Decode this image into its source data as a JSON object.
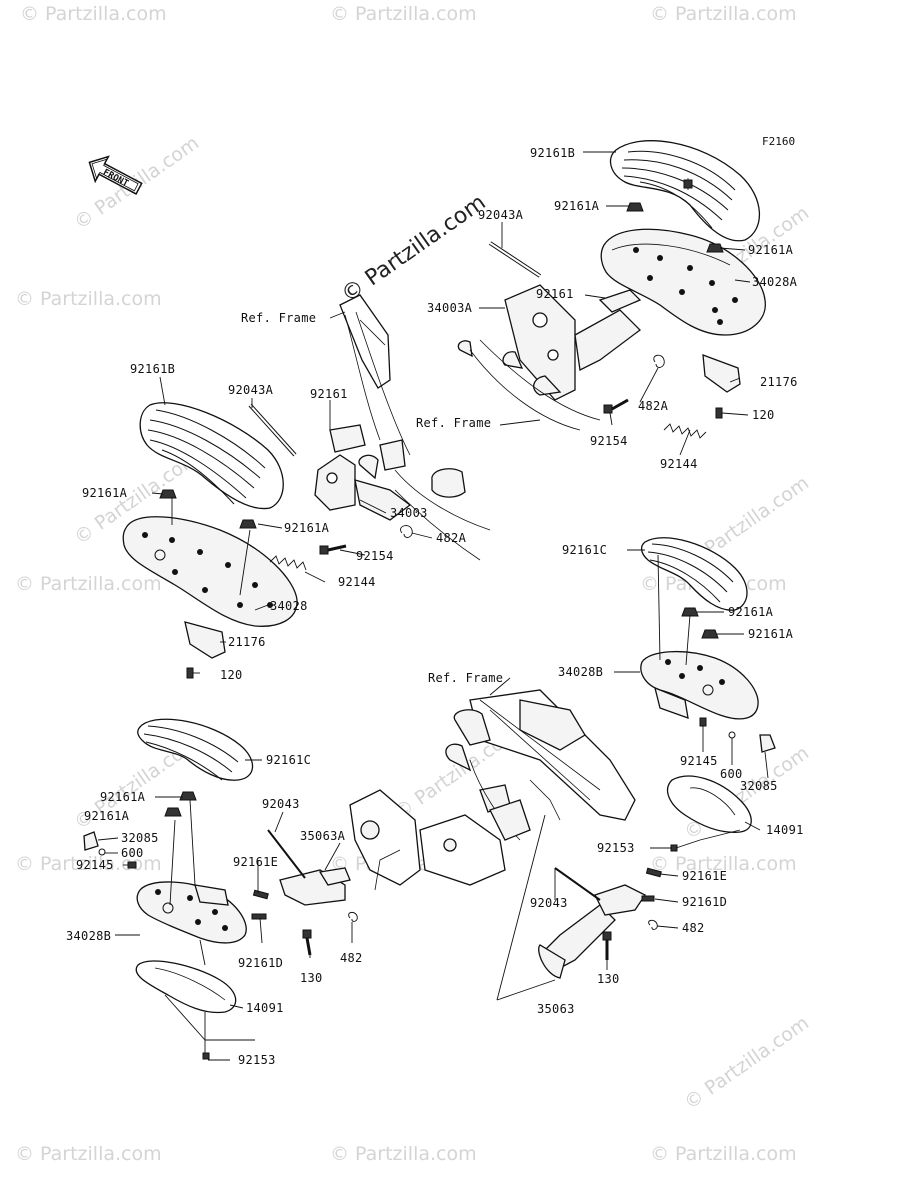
{
  "figure_code": "F2160",
  "front_arrow": "FRONT",
  "watermark": "© Partzilla.com",
  "watermark_main": "© Partzilla.com",
  "labels": {
    "l_92161B_top": "92161B",
    "l_92161A_t1": "92161A",
    "l_92043A_t": "92043A",
    "l_92161A_t2": "92161A",
    "l_34028A": "34028A",
    "l_34003A": "34003A",
    "l_92161_t": "92161",
    "l_21176_t": "21176",
    "l_482A_t": "482A",
    "l_120_t": "120",
    "l_ref_frame_1": "Ref. Frame",
    "l_ref_frame_2": "Ref. Frame",
    "l_92154_t": "92154",
    "l_92144_t": "92144",
    "l_92161B_l": "92161B",
    "l_92043A_l": "92043A",
    "l_92161_l": "92161",
    "l_92161A_l1": "92161A",
    "l_34003": "34003",
    "l_92161A_l2": "92161A",
    "l_482A_l": "482A",
    "l_92154_l": "92154",
    "l_92144_l": "92144",
    "l_34028": "34028",
    "l_21176_l": "21176",
    "l_120_l": "120",
    "l_92161C_r": "92161C",
    "l_92161A_r1": "92161A",
    "l_92161A_r2": "92161A",
    "l_34028B_r": "34028B",
    "l_ref_frame_3": "Ref. Frame",
    "l_92145_r": "92145",
    "l_600_r": "600",
    "l_32085_r": "32085",
    "l_14091_r": "14091",
    "l_92153_r": "92153",
    "l_92161E_r": "92161E",
    "l_92043_r": "92043",
    "l_92161D_r": "92161D",
    "l_482_r": "482",
    "l_130_r": "130",
    "l_35063": "35063",
    "l_92161C_l": "92161C",
    "l_92161A_bl1": "92161A",
    "l_92161A_bl2": "92161A",
    "l_32085_l": "32085",
    "l_600_l": "600",
    "l_92145_l": "92145",
    "l_92043_l": "92043",
    "l_35063A": "35063A",
    "l_92161E_l": "92161E",
    "l_34028B_l": "34028B",
    "l_92161D_l": "92161D",
    "l_130_l": "130",
    "l_482_l": "482",
    "l_14091_l": "14091",
    "l_92153_l": "92153"
  }
}
